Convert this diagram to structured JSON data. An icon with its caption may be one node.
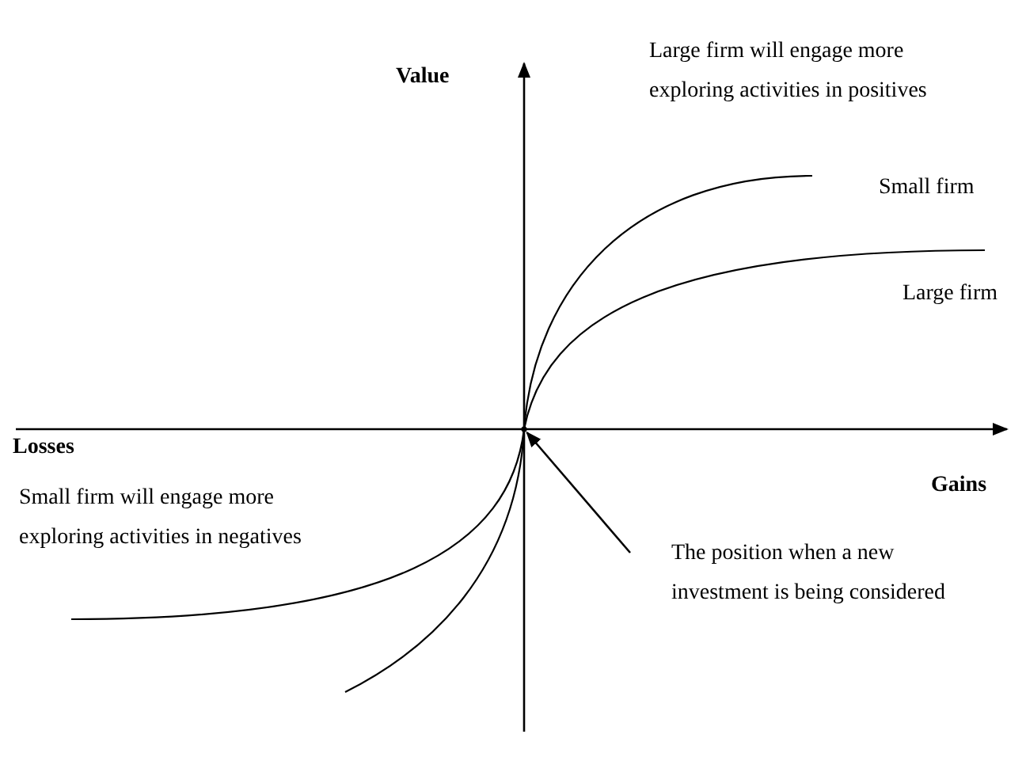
{
  "diagram": {
    "nodes": [
      {
        "text": [
          "The position when a new investment is being considered"
        ]
      },
      {
        "text": [],
        "shape": "point"
      }
    ],
    "edges": [
      {
        "from": 0,
        "to": 1,
        "arrow": "to"
      }
    ],
    "labels": [
      "Value",
      "Large firm will engage more exploring activities in positives",
      "Small firm",
      "Large firm",
      "Losses",
      "Gains",
      "Small firm will engage more exploring activities in negatives"
    ]
  }
}
